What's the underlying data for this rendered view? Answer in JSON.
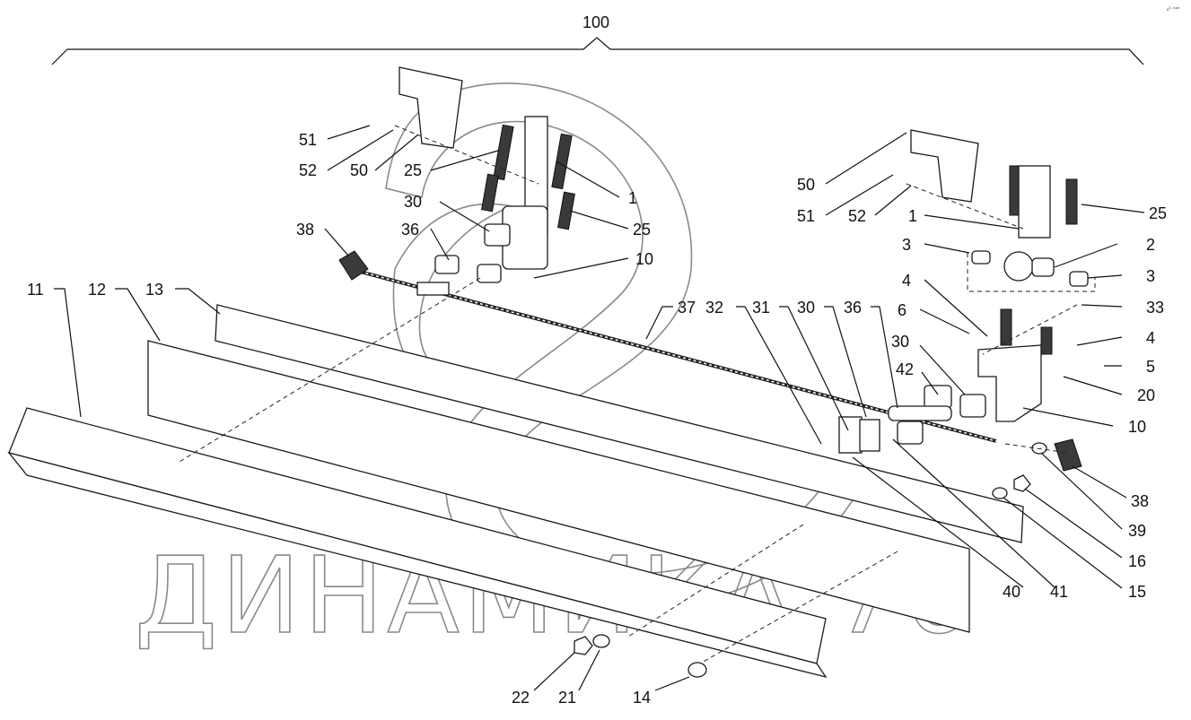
{
  "diagram": {
    "assembly_number": "100",
    "watermark_text": "ДИНАМИКА 76",
    "corner_mark": "₈ᴳ ᵇᵃᵇ",
    "callouts": {
      "c51a": "51",
      "c52a": "52",
      "c50a": "50",
      "c25a": "25",
      "c1a": "1",
      "c30a": "30",
      "c25b": "25",
      "c38a": "38",
      "c36a": "36",
      "c10a": "10",
      "c11": "11",
      "c12": "12",
      "c13": "13",
      "c37": "37",
      "c32": "32",
      "c31": "31",
      "c30b": "30",
      "c36b": "36",
      "c30c": "30",
      "c42": "42",
      "c50b": "50",
      "c51b": "51",
      "c52b": "52",
      "c1b": "1",
      "c25c": "25",
      "c3a": "3",
      "c2": "2",
      "c3b": "3",
      "c4a": "4",
      "c6": "6",
      "c33": "33",
      "c4b": "4",
      "c5": "5",
      "c20": "20",
      "c10b": "10",
      "c38b": "38",
      "c39": "39",
      "c16": "16",
      "c15": "15",
      "c40": "40",
      "c41": "41",
      "c22": "22",
      "c21": "21",
      "c14": "14"
    }
  }
}
